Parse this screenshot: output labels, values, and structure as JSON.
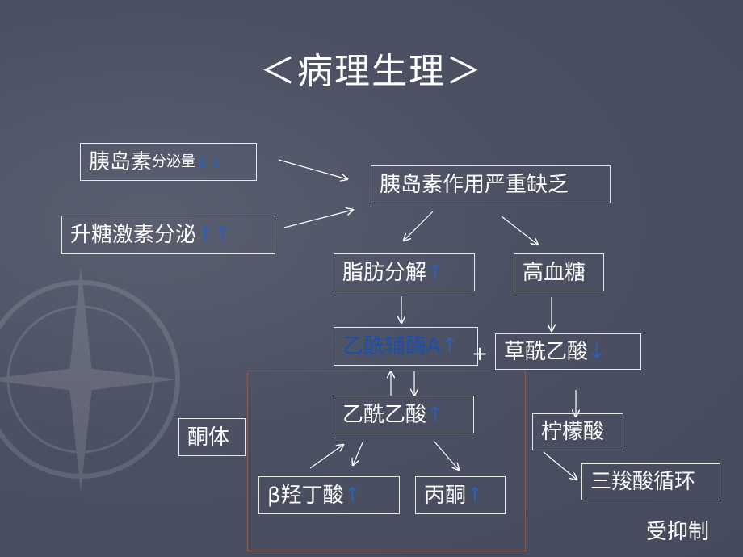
{
  "title": "＜病理生理＞",
  "nodes": {
    "insulin_secretion": {
      "text": "胰岛素",
      "small": "分泌量",
      "arrow": "↓↓"
    },
    "insulin_deficiency": {
      "text": "胰岛素作用严重缺乏"
    },
    "glucagon_secretion": {
      "text": "升糖激素分泌",
      "arrow": "↑↑"
    },
    "lipolysis": {
      "text": "脂肪分解",
      "arrow": "↑"
    },
    "hyperglycemia": {
      "text": "高血糖"
    },
    "acetyl_coa": {
      "text": "乙酰辅酶A",
      "arrow": "↑"
    },
    "plus_sign": "+",
    "oxaloacetate": {
      "text": "草酰乙酸",
      "arrow": "↓"
    },
    "acetoacetate": {
      "text": "乙酰乙酸",
      "arrow": "↑"
    },
    "ketone_body": {
      "text": "酮体"
    },
    "citric_acid": {
      "text": "柠檬酸"
    },
    "hydroxybutyrate": {
      "text": "β羟丁酸",
      "arrow": "↑"
    },
    "acetone": {
      "text": "丙酮",
      "arrow": "↑"
    },
    "tca_cycle": {
      "text": "三羧酸循环"
    },
    "inhibited": {
      "text": "受抑制"
    }
  },
  "colors": {
    "background": "#4b5063",
    "arrow_accent": "#2e5fb0",
    "frame": "#8a5a4a"
  }
}
